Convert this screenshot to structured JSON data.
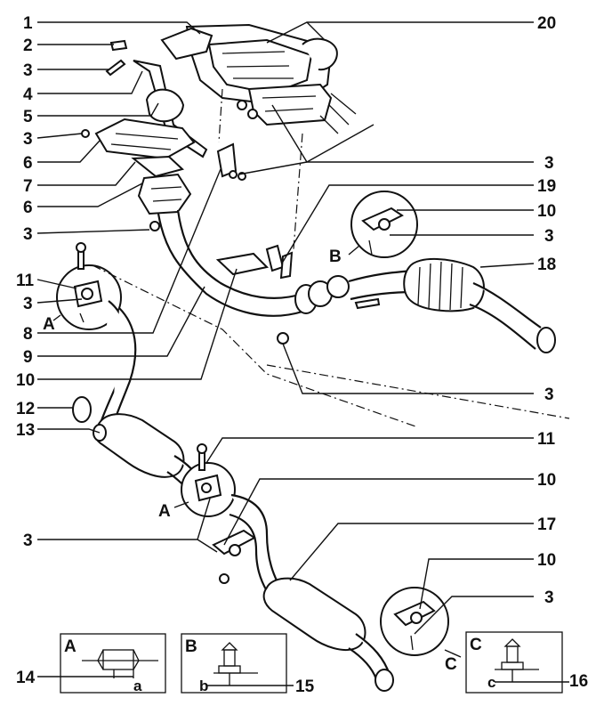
{
  "callouts": {
    "c1": "1",
    "c2": "2",
    "c3a": "3",
    "c4": "4",
    "c5": "5",
    "c3b": "3",
    "c6a": "6",
    "c7": "7",
    "c6b": "6",
    "c3c": "3",
    "c11a": "11",
    "c3d": "3",
    "c8": "8",
    "c9": "9",
    "c10a": "10",
    "c12": "12",
    "c13": "13",
    "c20": "20",
    "c3e": "3",
    "c19": "19",
    "c10b": "10",
    "c3f": "3",
    "c18": "18",
    "c3g": "3",
    "c11b": "11",
    "c10c": "10",
    "c17": "17",
    "c10d": "10",
    "c3h": "3",
    "c3i": "3",
    "c14": "14",
    "c15": "15",
    "c16": "16"
  },
  "detail_letters": {
    "a_left": "A",
    "a_mid": "A",
    "b_right": "B",
    "c_right": "C",
    "inset_a": "A",
    "inset_b": "B",
    "inset_c": "C",
    "dim_a": "a",
    "dim_b": "b",
    "dim_c": "c"
  }
}
